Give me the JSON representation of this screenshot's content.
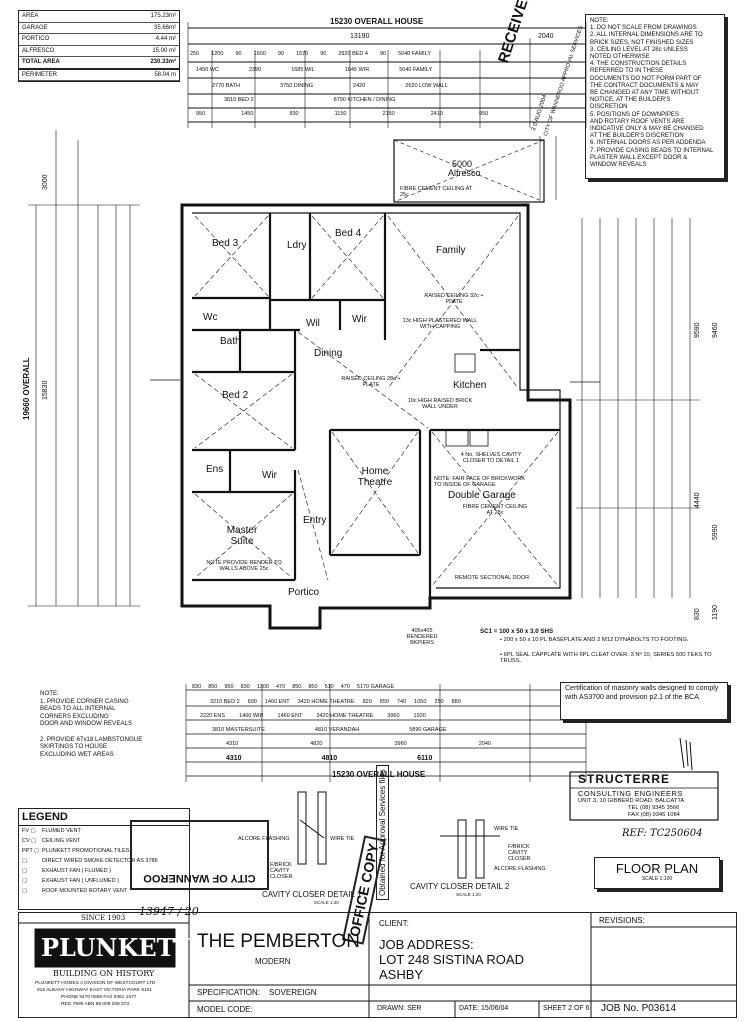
{
  "areas": [
    {
      "label": "AREA",
      "value": "175.23m²"
    },
    {
      "label": "GARAGE",
      "value": "35.66m²"
    },
    {
      "label": "PORTICO",
      "value": "4.44 m²"
    },
    {
      "label": "ALFRESCO",
      "value": "15.00 m²"
    },
    {
      "label": "TOTAL AREA",
      "value": "230.33m²"
    },
    {
      "label": "PERIMETER",
      "value": "58.04 m"
    }
  ],
  "notes_top": [
    "NOTE:",
    "1. DO NOT SCALE FROM DRAWINGS",
    "2. ALL INTERNAL DIMENSIONS ARE TO",
    "   BRICK SIZES, NOT FINISHED SIZES",
    "3. CEILING LEVEL AT 28c UNLESS",
    "   NOTED OTHERWISE",
    "4. THE CONSTRUCTION DETAILS",
    "   REFERRED TO IN THESE",
    "   DOCUMENTS DO NOT FORM PART OF",
    "   THE CONTRACT DOCUMENTS & MAY",
    "   BE CHANGED AT ANY TIME WITHOUT",
    "   NOTICE, AT THE BUILDER'S",
    "   DISCRETION",
    "5. POSITIONS OF DOWNPIPES",
    "   AND ROTARY ROOF VENTS ARE",
    "   INDICATIVE ONLY & MAY BE CHANGED",
    "   AT THE BUILDER'S DISCRETION",
    "6. INTERNAL DOORS AS PER ADDENDA",
    "7. PROVIDE CASING BEADS TO INTERNAL",
    "   PLASTER WALL EXCEPT DOOR &",
    "   WINDOW REVEALS"
  ],
  "dims_top": {
    "overall": "15230 OVERALL HOUSE",
    "d13190": "13190",
    "d2040": "2040",
    "row1": [
      "250",
      "1200",
      "90",
      "1600",
      "90",
      "1570",
      "90",
      "2920 BED 4",
      "90",
      "5040 FAMILY"
    ],
    "row2": [
      "1450 WC",
      "2390",
      "1685 WIL",
      "1845 WIR",
      "5040 FAMILY"
    ],
    "row3": [
      "2770 BATH",
      "3750 DINING",
      "2420",
      "2620 LOW WALL"
    ],
    "row4": [
      "3810 BED 2",
      "8790 KITCHEN / DINING"
    ],
    "row5": [
      "950",
      "1450",
      "830",
      "1150",
      "2150",
      "2410",
      "950"
    ],
    "l5000": "5000"
  },
  "rooms": {
    "alfresco": "Alfresco",
    "bed3": "Bed 3",
    "ldry": "Ldry",
    "bed4": "Bed 4",
    "family": "Family",
    "wc": "Wc",
    "wil": "Wil",
    "wir": "Wir",
    "bath": "Bath",
    "dining": "Dining",
    "bed2": "Bed 2",
    "kitchen": "Kitchen",
    "ens": "Ens",
    "wir2": "Wir",
    "home_theatre": "Home Theatre",
    "double_garage": "Double Garage",
    "master_suite": "Master Suite",
    "entry": "Entry",
    "portico": "Portico"
  },
  "plan_notes": {
    "fibre_cement": "FIBRE CEMENT CEILING AT 25c",
    "raised_ceiling_32": "RAISED CEILING 32c + PLATE",
    "raised_ceiling_28": "RAISED CEILING 28c + PLATE",
    "high_plastered": "13c HIGH PLASTERED WALL WITH CAPPING",
    "brick_wall": "10c HIGH RAISED BRICK WALL UNDER",
    "cavity_closer": "4 No. SHELVES CAVITY CLOSER TO DETAIL 1",
    "face_brick": "NOTE: FAIR FACE OF BRICKWORK TO INSIDE OF GARAGE",
    "garage_ceiling": "FIBRE CEMENT CEILING AT 28c",
    "sectional_door": "REMOTE SECTIONAL DOOR",
    "render_note": "NOTE PROVIDE RENDER TO WALLS ABOVE 25c",
    "rendered_piers": "405x405 RENDERED BKPIERS",
    "sc1_title": "SC1 = 100 x 50 x 3.0 SHS",
    "sc1_a": "• 200 x 50 x 10 PL BASEPLATE AND 2 M12 DYNABOLTS TO FOOTING.",
    "sc1_b": "• 6PL SEAL CAPPLATE WITH 6PL CLEAT OVER. 3 Nº 10, SERIES 500 TEKS TO TRUSS."
  },
  "side_dims": {
    "overall_left": "19660 OVERALL",
    "d15830": "15830",
    "d3000": "3000",
    "right_9590": "9590",
    "right_9460": "9460",
    "right_4440": "4440",
    "right_5990": "5990",
    "right_830": "830",
    "right_1190": "1190"
  },
  "notes_bottom_left": [
    "NOTE:",
    "1. PROVIDE CORNER CASING",
    "   BEADS TO ALL INTERNAL",
    "   CORNERS EXCLUDING",
    "   DOOR AND WINDOW REVEALS",
    "",
    "2. PROVIDE 67x18 LAMBSTONGUE",
    "   SKIRTINGS TO HOUSE",
    "   EXCLUDING WET AREAS"
  ],
  "dims_bottom": {
    "row1": [
      "830",
      "850",
      "950",
      "830",
      "1300",
      "470",
      "850",
      "850",
      "510",
      "470",
      "5170 GARAGE"
    ],
    "row2": [
      "3210 BED 2",
      "600",
      "1460 ENT",
      "3420 HOME THEATRE",
      "820",
      "850",
      "740",
      "1050",
      "250",
      "880"
    ],
    "row3": [
      "2220 ENS",
      "1460 WIR",
      "1460 ENT",
      "3420 HOME THEATRE",
      "3960",
      "1930"
    ],
    "row4": [
      "3810 MASTERSUITE",
      "4810 VERANDAH",
      "5890 GARAGE"
    ],
    "row5": [
      "4310",
      "4820",
      "3960",
      "2040"
    ],
    "row6": [
      "4310",
      "4810",
      "6110"
    ],
    "overall": "15230 OVERALL HOUSE"
  },
  "certification": "Certification of masonry walls designed to comply with AS3700 and provision p2.1 of the BCA",
  "engineer": {
    "name": "STRUCTERRE",
    "sub": "CONSULTING ENGINEERS",
    "addr": "UNIT 3, 10 GIBBERD ROAD, BALCATTA",
    "tel": "TEL (08) 9345 3566",
    "fax": "FAX (08) 9345 1084"
  },
  "handwritten_ref": "REF: TC250604",
  "legend": {
    "title": "LEGEND",
    "items": [
      "FLUMED VENT",
      "CEILING VENT",
      "PLUNKETT PROMOTIONAL TILES",
      "DIRECT WIRED SMOKE DETECTOR AS 3786",
      "EXHAUST FAN ( FLUMED )",
      "EXHAUST FAN ( UNFLUMED )",
      "ROOF MOUNTED ROTARY VENT"
    ],
    "codes": [
      "FV",
      "CV",
      "PPT",
      "",
      "",
      "",
      ""
    ]
  },
  "details": {
    "cavity1": "CAVITY CLOSER DETAIL 1",
    "cavity2": "CAVITY CLOSER DETAIL 2",
    "scale": "SCALE 1:20",
    "wire_tie": "WIRE TIE",
    "alcore": "ALCORE FLASHING",
    "fbrick": "F/BRICK CAVITY CLOSER"
  },
  "stamps": {
    "received": "RECEIVED",
    "received_date": "3 0 AUG 2004",
    "approval": "CITY OF WANNEROO APPROVAL SERVICES",
    "wanneroo": "CITY OF WANNEROO",
    "office_copy": "OFFICE COPY",
    "obtained": "Obtained for Approval Services files"
  },
  "floor_plan": {
    "title": "FLOOR PLAN",
    "scale": "SCALE 1:100"
  },
  "title_block": {
    "since": "SINCE 1903",
    "brand": "PLUNKETT",
    "tagline": "BUILDING ON HISTORY",
    "company": "PLUNKETT HOMES A DIVISION OF WESTCOURT LTD",
    "address": "915 ALBANY HIGHWAY EAST VICTORIA PARK 6101",
    "phone": "PHONE 9470 0555  FAX 9361 1577",
    "reg": "REG 7995   ABN 98 009 259 373",
    "house": "THE PEMBERTON",
    "style": "MODERN",
    "client_label": "CLIENT:",
    "job_label": "JOB ADDRESS:",
    "lot": "LOT 248 SISTINA ROAD",
    "suburb": "ASHBY",
    "spec_label": "SPECIFICATION:",
    "spec": "SOVEREIGN",
    "model_label": "MODEL CODE:",
    "drawn": "DRAWN: SER",
    "date": "DATE: 15/06/04",
    "sheet": "SHEET 2 OF 6",
    "revisions": "REVISIONS:",
    "job_no": "JOB No. P03614",
    "handwritten": "13947 / 20"
  }
}
